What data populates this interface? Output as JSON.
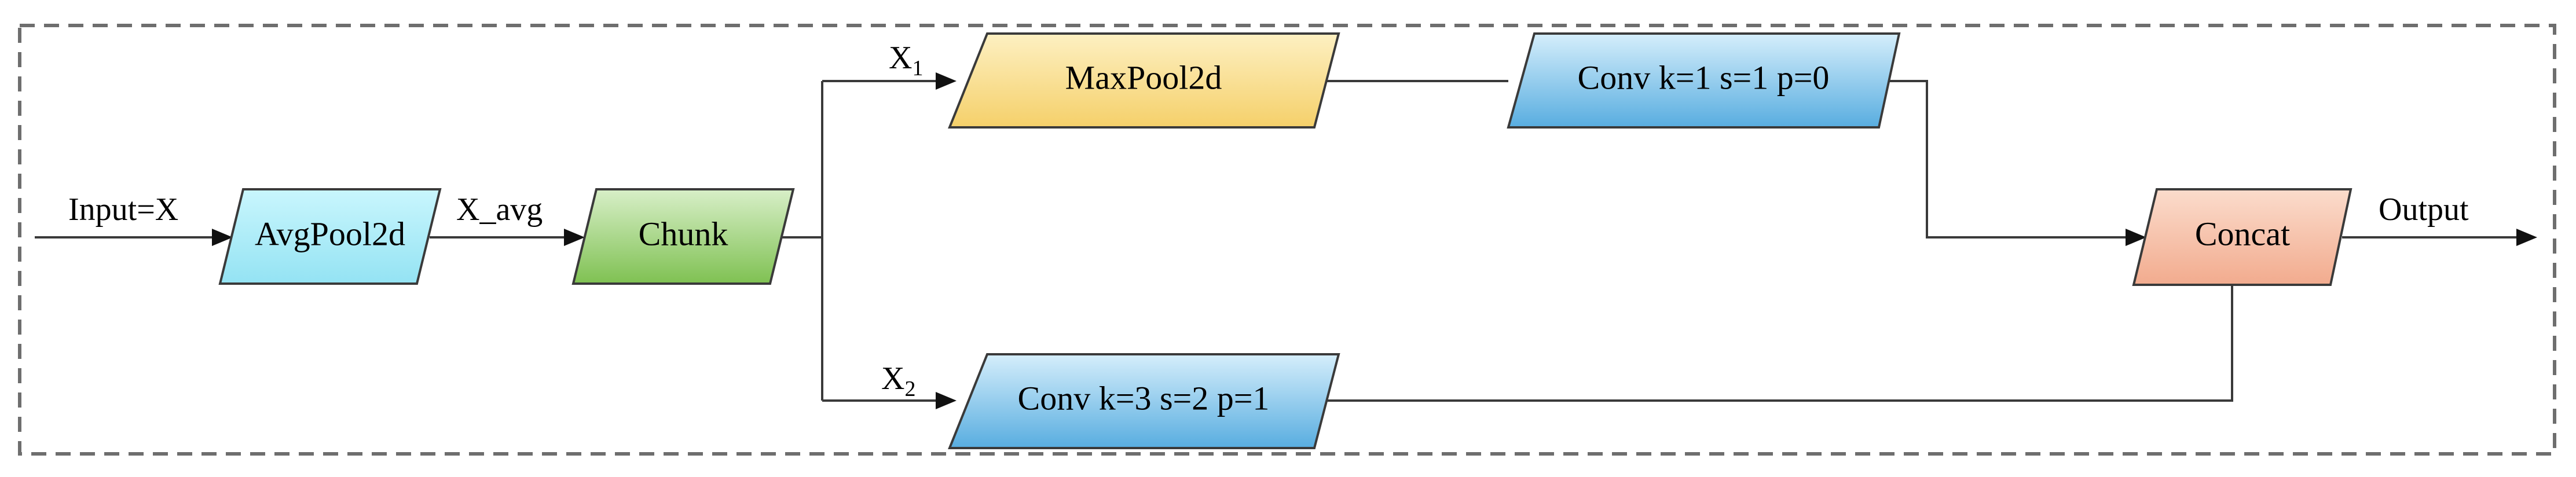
{
  "diagram": {
    "nodes": {
      "avgpool": {
        "label": "AvgPool2d",
        "fill": "#b8f1fb",
        "gradient_to": "#9fe8f6"
      },
      "chunk": {
        "label": "Chunk",
        "fill": "#c6e6b0",
        "gradient_to": "#84c45a"
      },
      "maxpool": {
        "label": "MaxPool2d",
        "fill": "#fbe7a8",
        "gradient_to": "#f6d576"
      },
      "conv1": {
        "label": "Conv k=1 s=1 p=0",
        "fill": "#bfe3f6",
        "gradient_to": "#62b3e2"
      },
      "conv3": {
        "label": "Conv k=3 s=2 p=1",
        "fill": "#bfe3f6",
        "gradient_to": "#62b3e2"
      },
      "concat": {
        "label": "Concat",
        "fill": "#f8cfba",
        "gradient_to": "#f3b197"
      }
    },
    "edge_labels": {
      "input": "Input=X",
      "x_avg": "X_avg",
      "x1_base": "X",
      "x1_sub": "1",
      "x2_base": "X",
      "x2_sub": "2",
      "output": "Output"
    },
    "colors": {
      "stroke": "#3a3a3a",
      "frame": "#6e6e6e"
    }
  }
}
